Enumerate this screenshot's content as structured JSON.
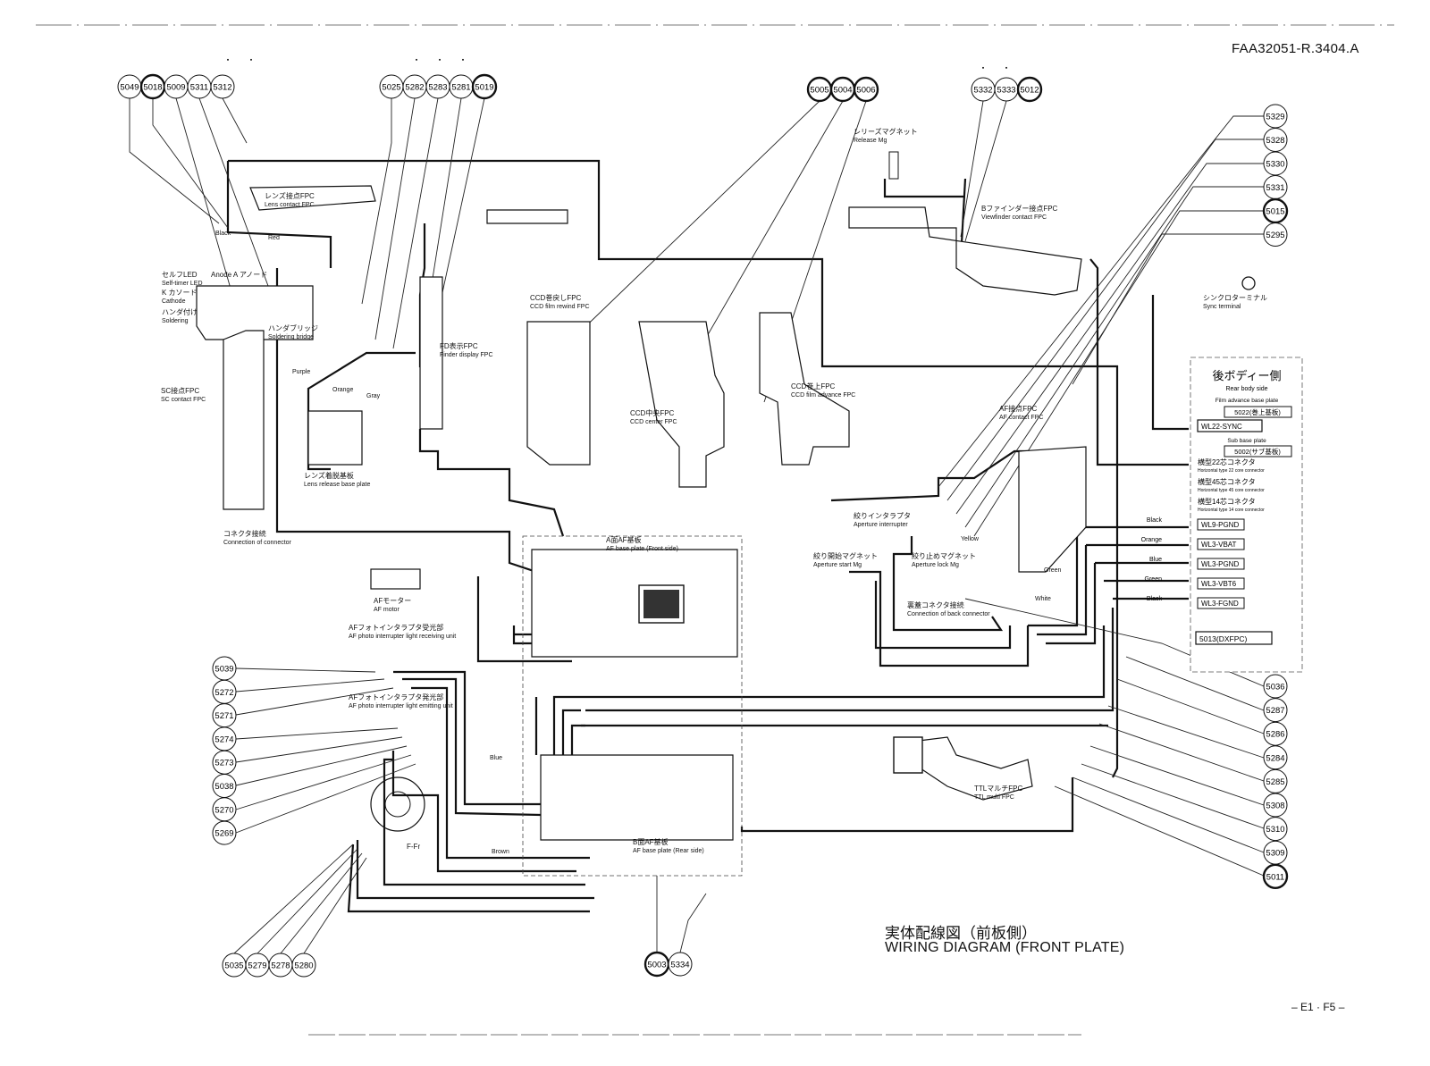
{
  "document": {
    "doc_number": "FAA32051-R.3404.A",
    "title_jp": "実体配線図（前板側）",
    "title_en": "WIRING DIAGRAM  (FRONT PLATE)",
    "page_number": "– E1 · F5 –"
  },
  "connector_groups": {
    "top_left_a": [
      "5049",
      "5018",
      "5009",
      "5311",
      "5312"
    ],
    "top_left_b": [
      "5025",
      "5282",
      "5283",
      "5281",
      "5019"
    ],
    "top_center": [
      "5005",
      "5004",
      "5006"
    ],
    "top_right": [
      "5332",
      "5333",
      "5012"
    ],
    "right_top_column": [
      "5329",
      "5328",
      "5330",
      "5331",
      "5015",
      "5295"
    ],
    "right_bottom_column": [
      "5036",
      "5287",
      "5286",
      "5284",
      "5285",
      "5308",
      "5310",
      "5309",
      "5011"
    ],
    "left_column": [
      "5039",
      "5272",
      "5271",
      "5274",
      "5273",
      "5038",
      "5270",
      "5269"
    ],
    "bottom_left": [
      "5035",
      "5279",
      "5278",
      "5280"
    ],
    "bottom_center": [
      "5003",
      "5334"
    ]
  },
  "component_labels": [
    {
      "id": "lens-contact",
      "jp": "レンズ接点FPC",
      "en": "Lens contact FPC"
    },
    {
      "id": "self-timer",
      "jp": "セルフLED",
      "en": "Self-timer LED"
    },
    {
      "id": "cathode",
      "jp": "K カソード",
      "en": "Cathode"
    },
    {
      "id": "anode",
      "jp": "Anode A アノード",
      "en": ""
    },
    {
      "id": "soldering",
      "jp": "ハンダ付け",
      "en": "Soldering"
    },
    {
      "id": "soldering-bridge",
      "jp": "ハンダブリッジ",
      "en": "Soldering bridge"
    },
    {
      "id": "sc-contact",
      "jp": "SC接点FPC",
      "en": "SC contact FPC"
    },
    {
      "id": "fd-display",
      "jp": "FD表示FPC",
      "en": "Finder display FPC"
    },
    {
      "id": "lens-release",
      "jp": "レンズ着脱基板",
      "en": "Lens release base plate"
    },
    {
      "id": "ccd-rewind",
      "jp": "CCD巻戻しFPC",
      "en": "CCD film rewind FPC"
    },
    {
      "id": "ccd-center",
      "jp": "CCD中央FPC",
      "en": "CCD center FPC"
    },
    {
      "id": "ccd-advance",
      "jp": "CCD巻上FPC",
      "en": "CCD film advance FPC"
    },
    {
      "id": "release-mg",
      "jp": "レリーズマグネット",
      "en": "Release Mg"
    },
    {
      "id": "viewfinder-contact",
      "jp": "Bファインダー接点FPC",
      "en": "Viewfinder contact FPC"
    },
    {
      "id": "sync-terminal",
      "jp": "シンクロターミナル",
      "en": "Sync terminal"
    },
    {
      "id": "af-contact",
      "jp": "AF接点FPC",
      "en": "AF contact FPC"
    },
    {
      "id": "af-motor",
      "jp": "AFモーター",
      "en": "AF motor"
    },
    {
      "id": "af-base-front",
      "jp": "A面AF基板",
      "en": "AF base plate (Front side)"
    },
    {
      "id": "af-base-rear",
      "jp": "B面AF基板",
      "en": "AF base plate (Rear side)"
    },
    {
      "id": "af-photo-recv",
      "jp": "AFフォトインタラプタ受光部",
      "en": "AF photo interrupter light receiving unit"
    },
    {
      "id": "af-photo-emit",
      "jp": "AFフォトインタラプタ発光部",
      "en": "AF photo interrupter light emitting unit"
    },
    {
      "id": "aperture-interrupter",
      "jp": "絞りインタラプタ",
      "en": "Aperture interrupter"
    },
    {
      "id": "aperture-start",
      "jp": "絞り開始マグネット",
      "en": "Aperture start Mg"
    },
    {
      "id": "aperture-lock",
      "jp": "絞り止めマグネット",
      "en": "Aperture lock Mg"
    },
    {
      "id": "back-connector",
      "jp": "裏蓋コネクタ接続",
      "en": "Connection of back connector"
    },
    {
      "id": "ttl-multi",
      "jp": "TTLマルチFPC",
      "en": "TTL multi FPC"
    },
    {
      "id": "connection-connector",
      "jp": "コネクタ接続",
      "en": "Connection of connector"
    },
    {
      "id": "f-fr",
      "jp": "F-Fr",
      "en": ""
    }
  ],
  "rear_body_panel": {
    "title_jp": "後ボディー側",
    "title_en": "Rear body side",
    "film_advance_label": "Film advance base plate",
    "film_advance_box": "5022(巻上基板)",
    "sync_row": "WL22-SYNC",
    "sub_base_label": "Sub base plate",
    "sub_base_box": "5002(サブ基板)",
    "rows": [
      {
        "jp": "横型22芯コネクタ",
        "en": "Horizontal type 22 core connector"
      },
      {
        "jp": "横型45芯コネクタ",
        "en": "Horizontal type 45 core connector"
      },
      {
        "jp": "横型14芯コネクタ",
        "en": "Horizontal type 14 core connector"
      }
    ],
    "wire_rows": [
      {
        "color": "Black",
        "signal": "WL9-PGND"
      },
      {
        "color": "Orange",
        "signal": "WL3-VBAT"
      },
      {
        "color": "Blue",
        "signal": "WL3-PGND"
      },
      {
        "color": "Green",
        "signal": "WL3-VBT6"
      },
      {
        "color": "Black",
        "signal": "WL3-FGND"
      }
    ],
    "dx_box": "5013(DXFPC)"
  },
  "wire_labels": [
    "Black",
    "Red",
    "Purple",
    "Orange",
    "Gray",
    "Yellow",
    "Green",
    "White",
    "Brown",
    "Blue"
  ]
}
